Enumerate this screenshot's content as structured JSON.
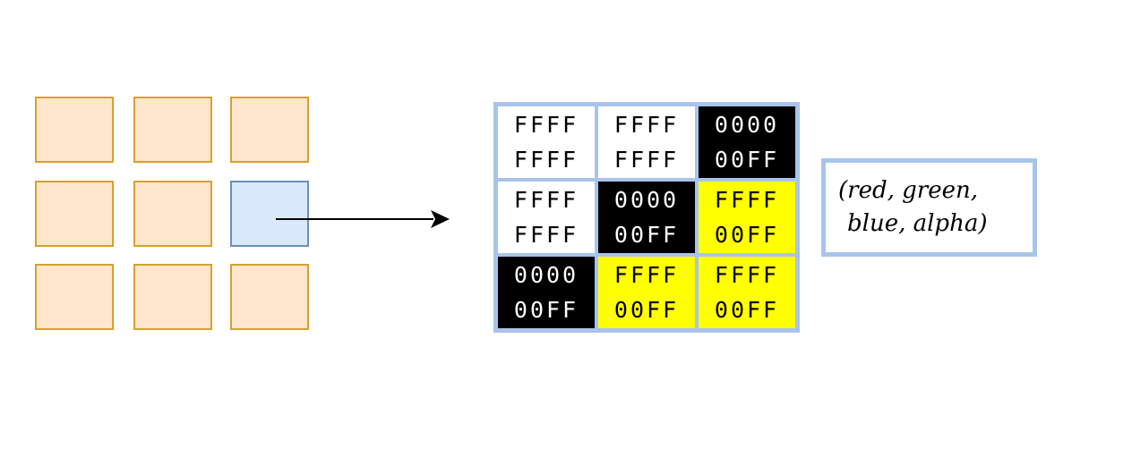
{
  "image_grid": {
    "rows": 3,
    "cols": 3,
    "highlighted_cell": {
      "row": 1,
      "col": 2
    },
    "fill_color": "#ffe6cc",
    "stroke_color": "#d6a030",
    "highlight_fill": "#dae8fc",
    "highlight_stroke": "#6c8ebf"
  },
  "pixel_grid": {
    "cells": [
      {
        "line1": "FFFF",
        "line2": "FFFF",
        "color": "white"
      },
      {
        "line1": "FFFF",
        "line2": "FFFF",
        "color": "white"
      },
      {
        "line1": "0000",
        "line2": "00FF",
        "color": "black"
      },
      {
        "line1": "FFFF",
        "line2": "FFFF",
        "color": "white"
      },
      {
        "line1": "0000",
        "line2": "00FF",
        "color": "black"
      },
      {
        "line1": "FFFF",
        "line2": "00FF",
        "color": "yellow"
      },
      {
        "line1": "0000",
        "line2": "00FF",
        "color": "black"
      },
      {
        "line1": "FFFF",
        "line2": "00FF",
        "color": "yellow"
      },
      {
        "line1": "FFFF",
        "line2": "00FF",
        "color": "yellow"
      }
    ],
    "border_color": "#a9c4eb"
  },
  "legend": {
    "line1": "(red, green,",
    "line2": "blue, alpha)"
  }
}
